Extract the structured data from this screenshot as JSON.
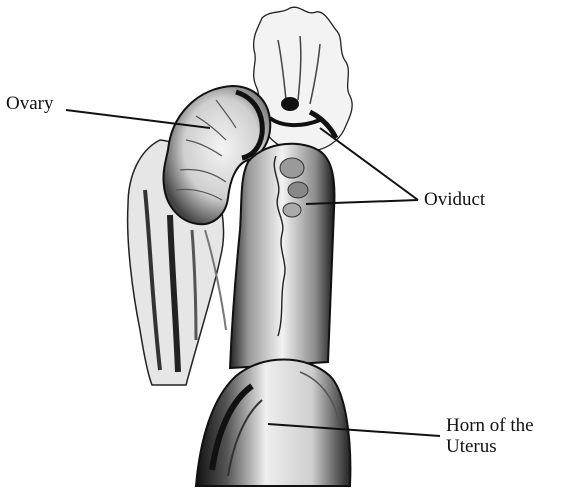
{
  "labels": {
    "ovary": "Ovary",
    "oviduct": "Oviduct",
    "horn_line1": "Horn of the",
    "horn_line2": "Uterus"
  },
  "colors": {
    "ink": "#111111",
    "paper": "#ffffff"
  }
}
